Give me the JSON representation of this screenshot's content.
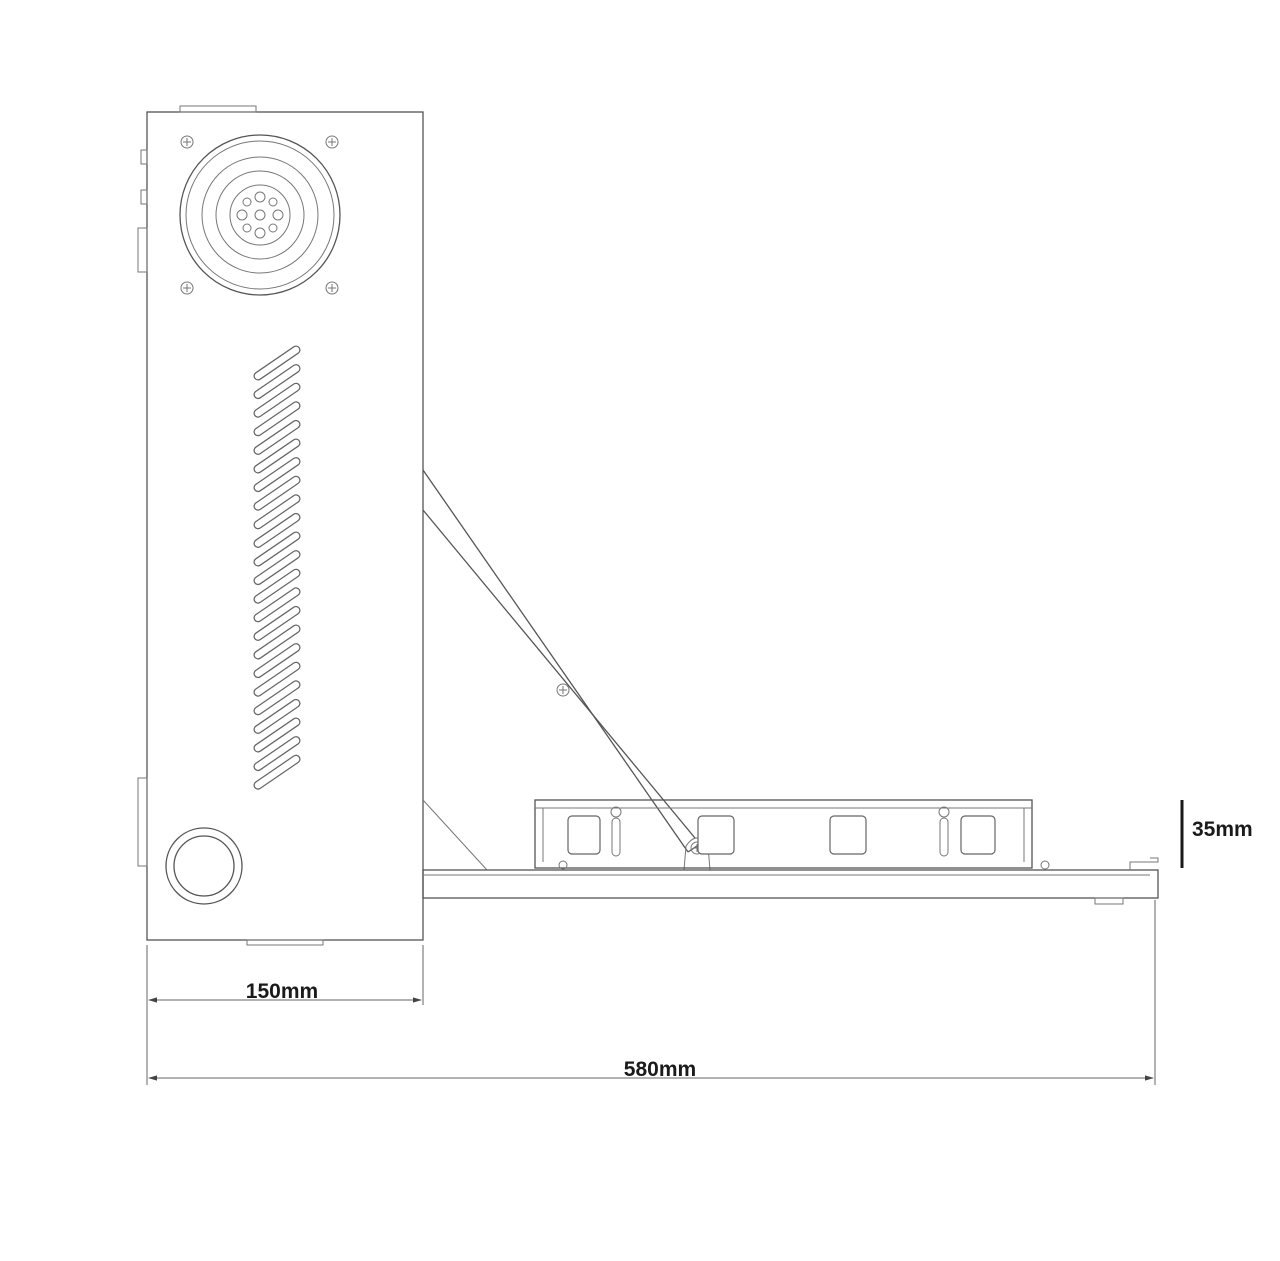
{
  "dimensions": {
    "cabinet_depth": "150mm",
    "total_depth": "580mm",
    "shelf_height": "35mm"
  },
  "colors": {
    "line": "#555555",
    "text": "#1a1a1a",
    "background": "#ffffff"
  }
}
